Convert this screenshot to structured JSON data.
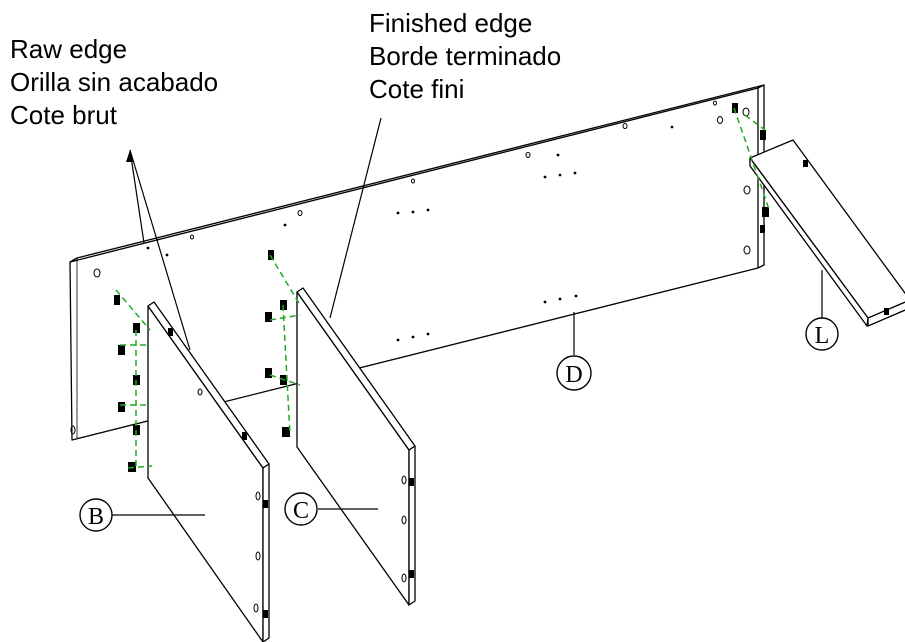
{
  "labels": {
    "raw_edge": [
      "Raw edge",
      "Orilla sin acabado",
      "Cote brut"
    ],
    "finished_edge": [
      "Finished edge",
      "Borde terminado",
      "Cote fini"
    ]
  },
  "parts": {
    "B": "B",
    "C": "C",
    "D": "D",
    "L": "L"
  },
  "colors": {
    "line": "#000000",
    "dash": "#22aa22",
    "background": "#ffffff"
  }
}
